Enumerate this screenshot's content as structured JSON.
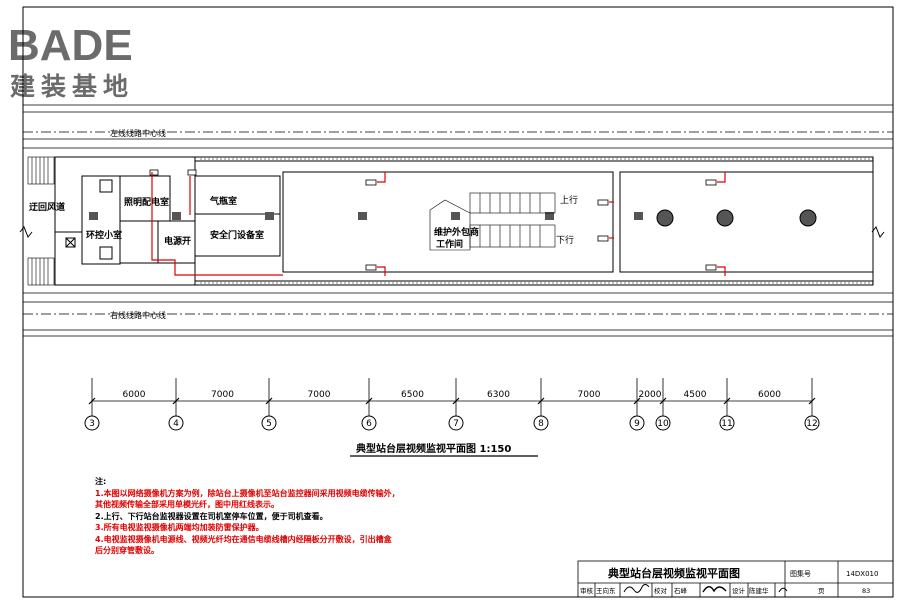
{
  "logo": {
    "brand": "BADE",
    "sub": "建装基地"
  },
  "colors": {
    "accent": "#e00000",
    "line": "#000000",
    "logo": "#6b6b6b"
  },
  "plan": {
    "labels": {
      "left_line": "左线线路中心线",
      "right_line": "右线线路中心线",
      "vent": "迂回风道",
      "env_room": "环控小室",
      "lighting_room": "照明配电室",
      "gas_room": "气瓶室",
      "psd_room": "安全门设备室",
      "power_room": "电源开",
      "maint_room_1": "维护外包商",
      "maint_room_2": "工作间",
      "up": "上行",
      "down": "下行"
    },
    "dimensions": [
      "6000",
      "7000",
      "7000",
      "6500",
      "6300",
      "7000",
      "2000",
      "4500",
      "6000"
    ],
    "axes": [
      "3",
      "4",
      "5",
      "6",
      "7",
      "8",
      "9",
      "10",
      "11",
      "12"
    ],
    "title": "典型站台层视频监视平面图 1:150"
  },
  "notes": {
    "heading": "注:",
    "lines": [
      {
        "text": "1.本图以网络摄像机方案为例，除站台上摄像机至站台监控器间采用视频电缆传输外，",
        "color": "red"
      },
      {
        "text": "   其他视频传输全部采用单模光纤，图中用红线表示。",
        "color": "red"
      },
      {
        "text": "2.上行、下行站台监视器设置在司机室停车位置，便于司机查看。",
        "color": "black"
      },
      {
        "text": "3.所有电视监视摄像机两端均加装防雷保护器。",
        "color": "red"
      },
      {
        "text": "4.电视监视摄像机电源线、视频光纤均在通信电缆线槽内经隔板分开敷设，引出槽盒",
        "color": "red"
      },
      {
        "text": "   后分别穿管敷设。",
        "color": "red"
      }
    ]
  },
  "title_block": {
    "title": "典型站台层视频监视平面图",
    "atlas_label": "图集号",
    "atlas_no": "14DX010",
    "review_label": "审核",
    "reviewer": "王向东",
    "check_label": "校对",
    "checker": "石峰",
    "design_label": "设计",
    "designer": "陈建华",
    "page_label": "页",
    "page_no": "83"
  }
}
